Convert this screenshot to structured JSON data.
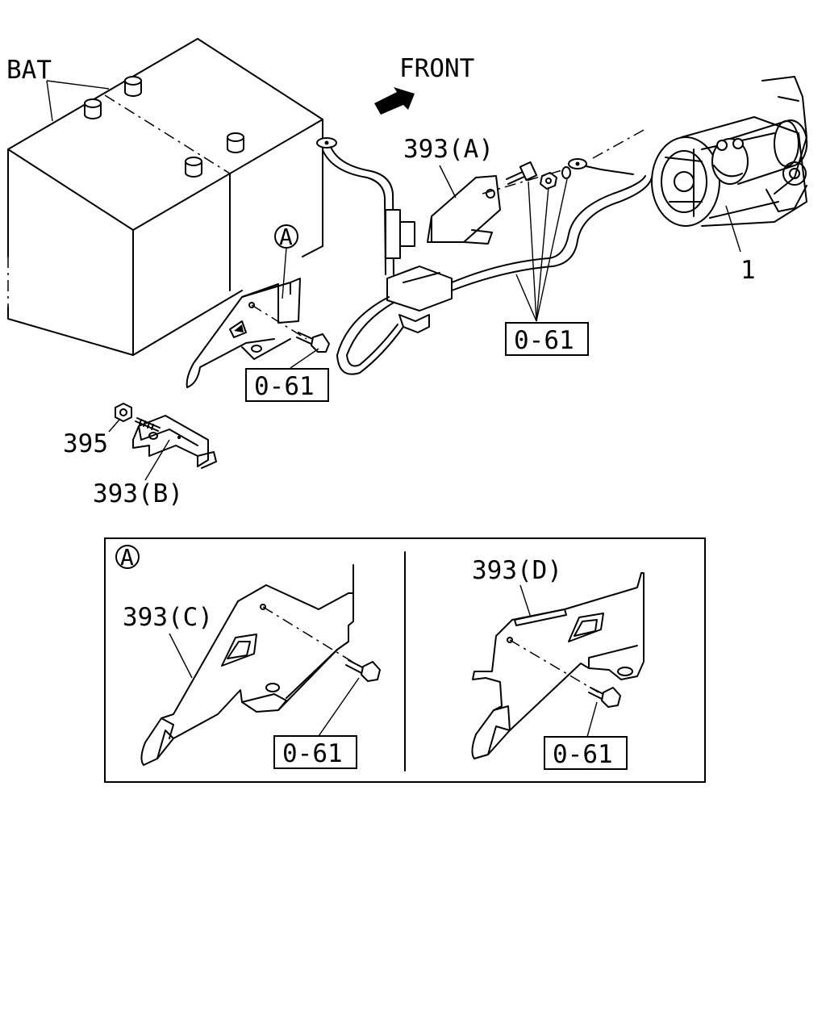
{
  "labels": {
    "bat": "BAT",
    "front": "FRONT",
    "starter_no": "1",
    "bracket_a": "393(A)",
    "bracket_b": "393(B)",
    "bracket_c": "393(C)",
    "bracket_d": "393(D)",
    "nut": "395",
    "detail_ref": "A",
    "inset_ref": "A"
  },
  "callouts": {
    "battery_bracket_bolt": "0-61",
    "starter_bolts": "0-61",
    "inset_c_bolt": "0-61",
    "inset_d_bolt": "0-61"
  }
}
